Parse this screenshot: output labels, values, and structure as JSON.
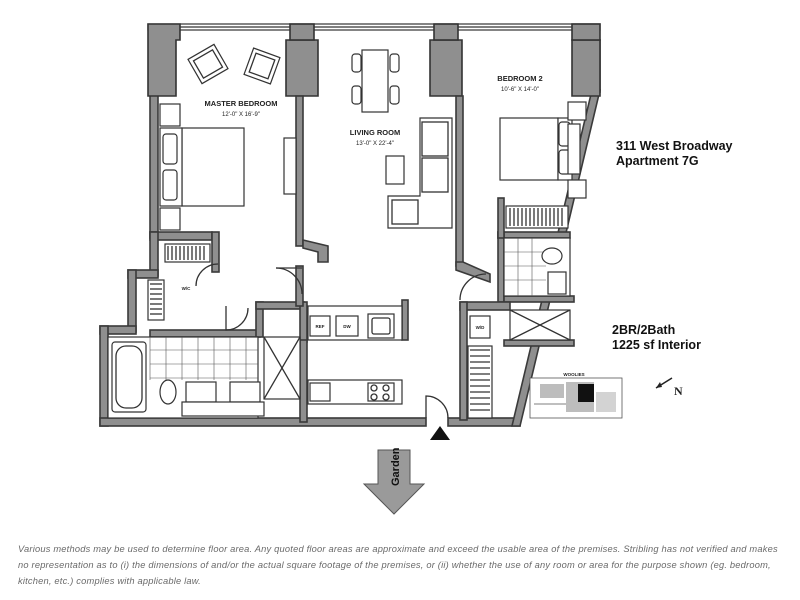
{
  "address": {
    "street": "311 West Broadway",
    "apartment": "Apartment 7G"
  },
  "summary": {
    "layout": "2BR/2Bath",
    "area": "1225 sf Interior"
  },
  "rooms": {
    "master_bedroom": {
      "name": "MASTER BEDROOM",
      "dims": "12'-0\" X 16'-9\""
    },
    "living_room": {
      "name": "LIVING ROOM",
      "dims": "13'-0\" X 22'-4\""
    },
    "bedroom_2": {
      "name": "BEDROOM 2",
      "dims": "10'-6\" X 14'-0\""
    }
  },
  "closet_label": "W/C",
  "appliances": {
    "ref": "REF",
    "dw": "DW",
    "wd": "W/D",
    "keyplan_label": "WOOLIES"
  },
  "compass_label": "N",
  "garden_label": "Garden",
  "disclaimer": "Various methods may be used to determine floor area. Any quoted floor areas are approximate and exceed the usable area of the premises. Stribling has not verified and makes no representation as to (i) the dimensions of and/or the actual square footage of the premises, or (ii) whether the use of any room or area for the purpose shown (eg. bedroom, kitchen, etc.) complies with applicable law.",
  "colors": {
    "wall_fill": "#8f8f8f",
    "line": "#333333",
    "disclaimer_text": "#6a6a6a"
  }
}
